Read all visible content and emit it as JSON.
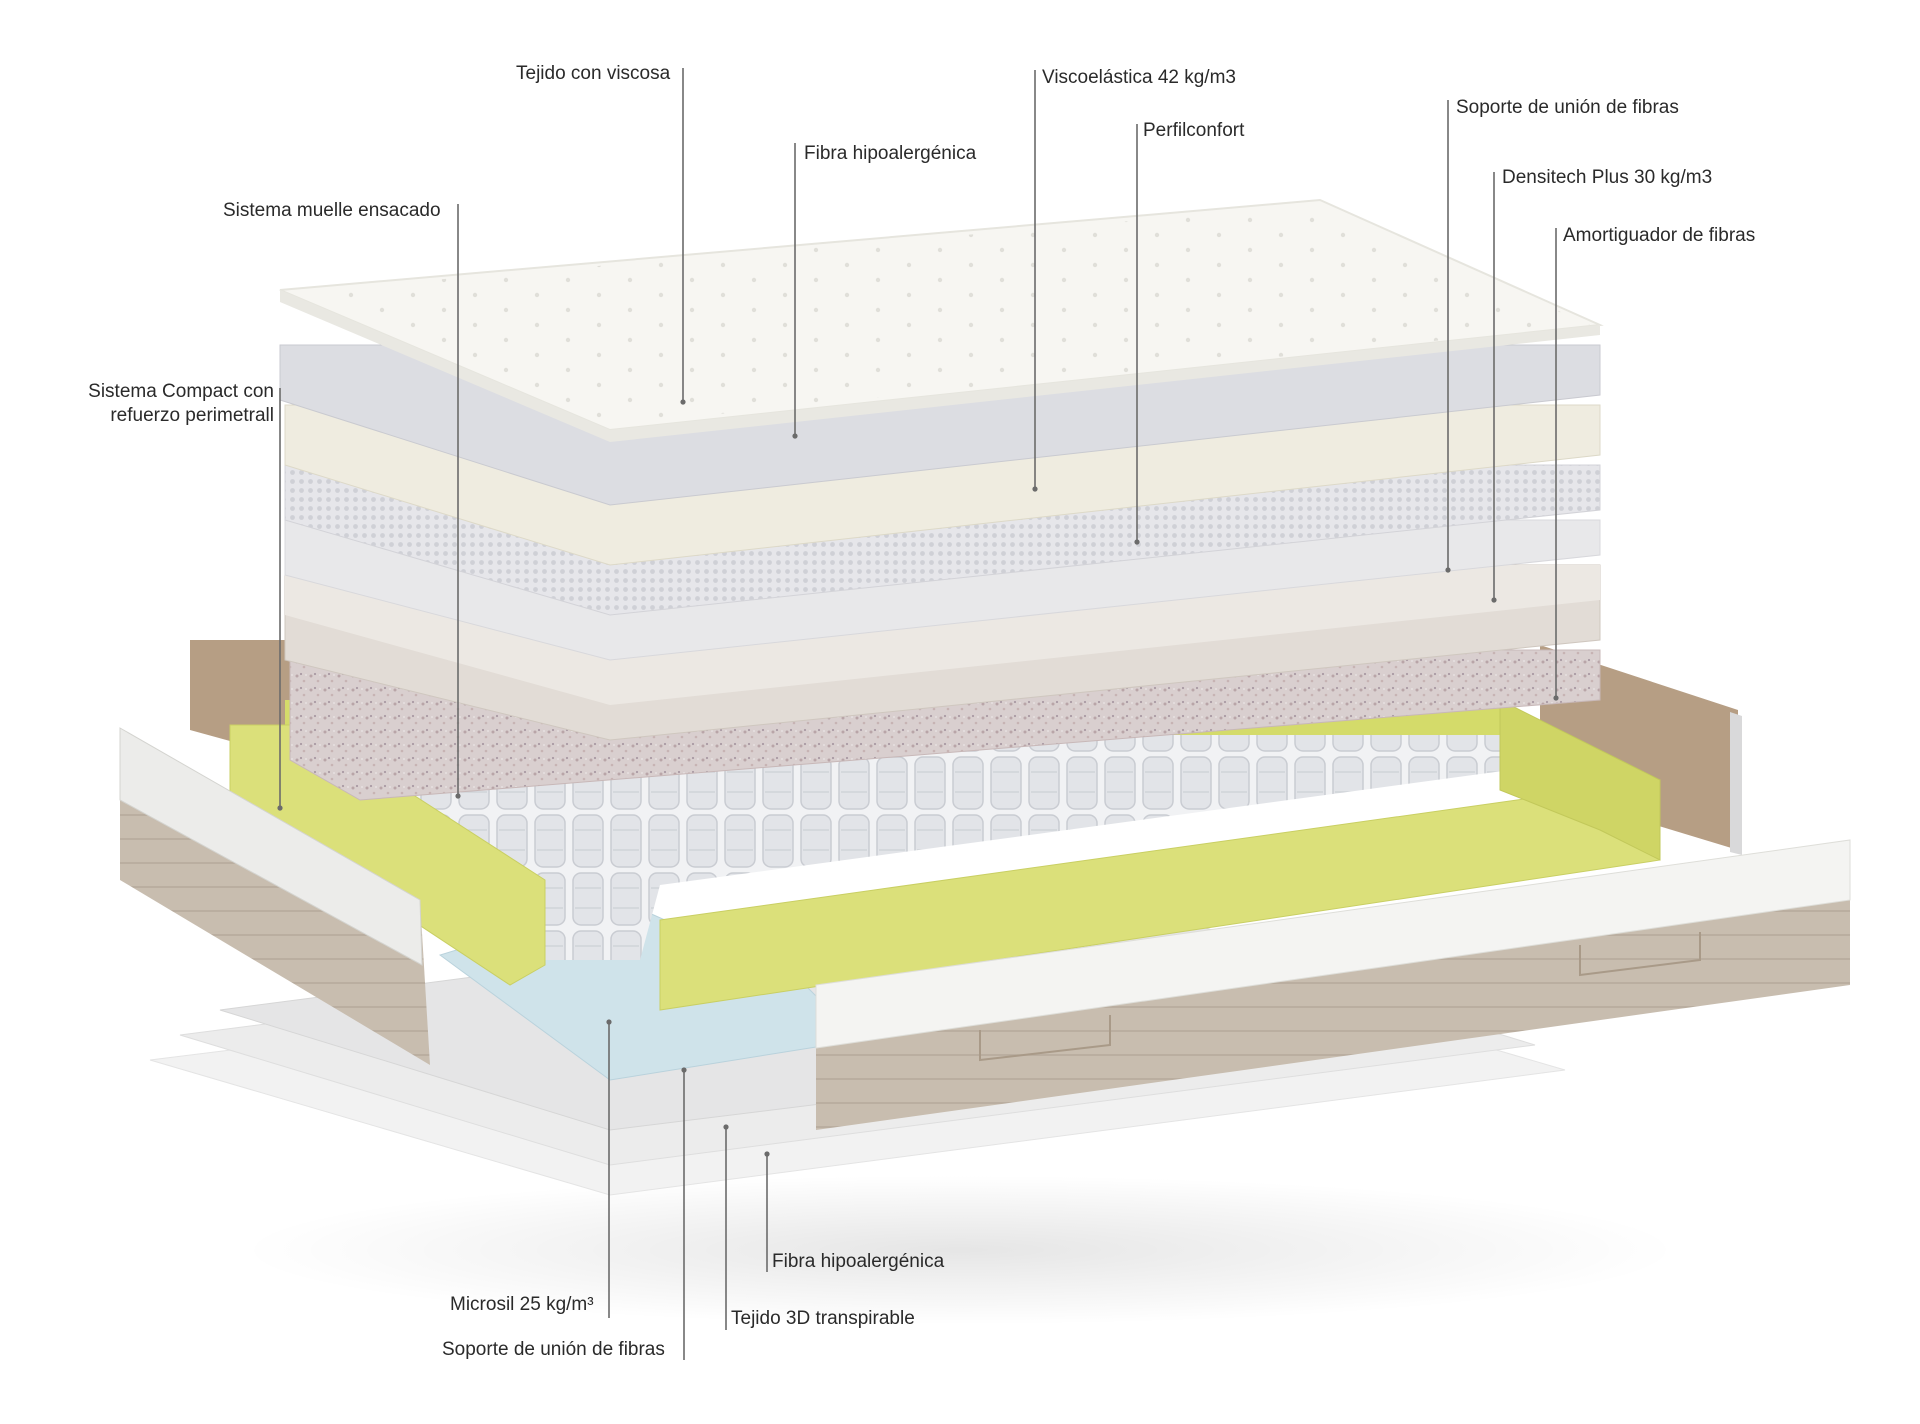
{
  "labels": {
    "tejido_viscosa": "Tejido con viscosa",
    "fibra_hipo_top": "Fibra hipoalergénica",
    "viscoelastica": "Viscoelástica 42 kg/m3",
    "perfilconfort": "Perfilconfort",
    "soporte_union_top": "Soporte de unión de fibras",
    "densitech": "Densitech Plus 30 kg/m3",
    "amortiguador": "Amortiguador de fibras",
    "muelle_ensacado": "Sistema muelle ensacado",
    "compact_line1": "Sistema Compact con",
    "compact_line2": "refuerzo perimetrall",
    "fibra_hipo_bottom": "Fibra hipoalergénica",
    "microsil": "Microsil 25 kg/m³",
    "tejido_3d": "Tejido 3D transpirable",
    "soporte_union_bottom": "Soporte de unión de fibras"
  },
  "colors": {
    "leader": "#6b6b6b",
    "top_fabric": "#f7f6f2",
    "fibre_grey": "#dcdde2",
    "visco_cream": "#efece0",
    "grid_layer": "#e4e4e8",
    "amortiguador_pink": "#d8c8c8",
    "yellow_foam": "#dbe07a",
    "side_panel_beige": "#c9beb0",
    "microsil_blue": "#cfe3ea",
    "springs": "#e9ebee"
  }
}
